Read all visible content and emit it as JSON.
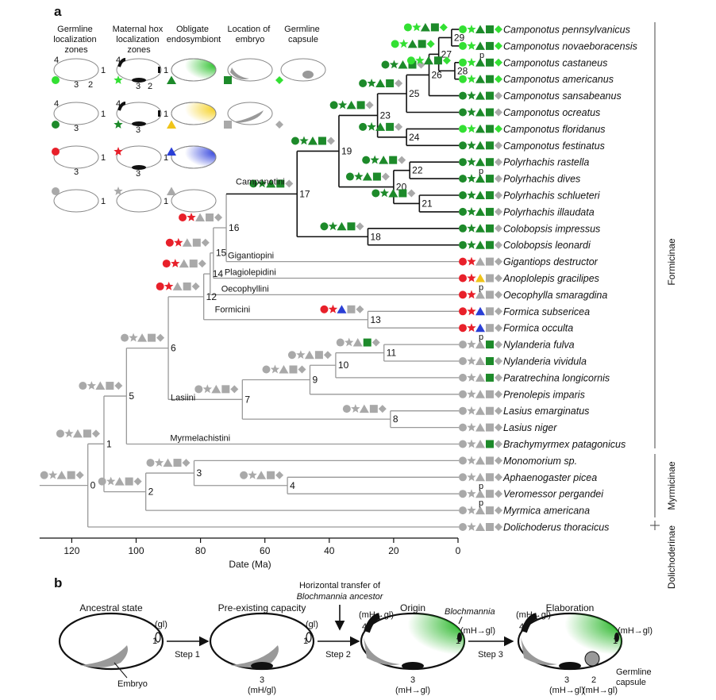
{
  "panel_a_label": "a",
  "panel_b_label": "b",
  "legend_headers": [
    [
      "Germline",
      "localization",
      "zones"
    ],
    [
      "Maternal hox",
      "localization",
      "zones"
    ],
    [
      "Obligate",
      "endosymbiont"
    ],
    [
      "Location of",
      "embryo"
    ],
    [
      "Germline",
      "capsule"
    ]
  ],
  "legend_zone_numbers": [
    "4",
    "1",
    "3",
    "2"
  ],
  "axis": {
    "title": "Date (Ma)",
    "ticks": [
      120,
      100,
      80,
      60,
      40,
      20,
      0
    ],
    "min": 130,
    "max": 0
  },
  "subfamilies": [
    "Formicinae",
    "Myrmicinae",
    "Dolichoderinae"
  ],
  "tribes": [
    "Camponotini",
    "Gigantiopini",
    "Plagiolepidini",
    "Oecophyllini",
    "Formicini",
    "Lasiini",
    "Myrmelachistini"
  ],
  "species": [
    "Camponotus pennsylvanicus",
    "Camponotus novaeboracensis",
    "Camponotus castaneus",
    "Camponotus americanus",
    "Camponotus sansabeanus",
    "Camponotus ocreatus",
    "Camponotus floridanus",
    "Camponotus festinatus",
    "Polyrhachis rastella",
    "Polyrhachis dives",
    "Polyrhachis schlueteri",
    "Polyrhachis illaudata",
    "Colobopsis impressus",
    "Colobopsis leonardi",
    "Gigantiops destructor",
    "Anoplolepis gracilipes",
    "Oecophylla smaragdina",
    "Formica subsericea",
    "Formica occulta",
    "Nylanderia fulva",
    "Nylanderia vividula",
    "Paratrechina longicornis",
    "Prenolepis imparis",
    "Lasius emarginatus",
    "Lasius niger",
    "Brachymyrmex patagonicus",
    "Monomorium sp.",
    "Aphaenogaster picea",
    "Veromessor pergandei",
    "Myrmica americana",
    "Dolichoderus thoracicus"
  ],
  "node_numbers": [
    "0",
    "1",
    "2",
    "3",
    "4",
    "5",
    "6",
    "7",
    "8",
    "9",
    "10",
    "11",
    "12",
    "13",
    "14",
    "15",
    "16",
    "17",
    "18",
    "19",
    "20",
    "21",
    "22",
    "23",
    "24",
    "25",
    "26",
    "27",
    "28",
    "29"
  ],
  "p_marker": "p",
  "panel_b": {
    "stage_titles": [
      "Ancestral state",
      "Pre-existing capacity",
      "Origin",
      "Elaboration"
    ],
    "origin_species": "Blochmannia",
    "transfer_label": [
      "Horizontal transfer of",
      "Blochmannia ancestor"
    ],
    "steps": [
      "Step 1",
      "Step 2",
      "Step 3"
    ],
    "labels": {
      "gl": "(gl)",
      "mhgl_paren": "(mH/gl)",
      "mh_to_gl": "(mH→gl)",
      "embryo": "Embryo",
      "capsule": [
        "Germline",
        "capsule"
      ],
      "z1": "1",
      "z2": "2",
      "z3": "3",
      "z4": "4"
    }
  },
  "colors": {
    "bright_green": "#33e033",
    "dark_green": "#1d8a2a",
    "grey": "#a9a9a9",
    "red": "#e8202a",
    "blue": "#2a3fd6",
    "yellow": "#f0c419"
  }
}
